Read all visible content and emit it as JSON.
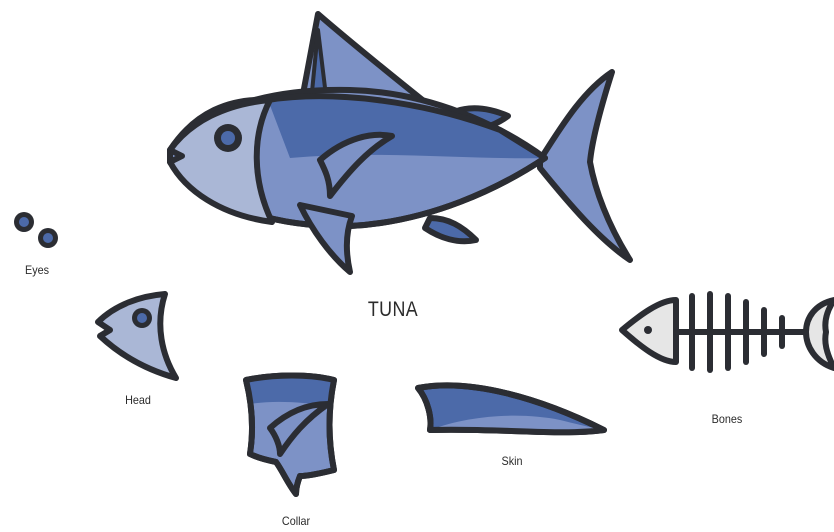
{
  "title": "TUNA",
  "parts": [
    {
      "id": "eyes",
      "label": "Eyes"
    },
    {
      "id": "head",
      "label": "Head"
    },
    {
      "id": "collar",
      "label": "Collar"
    },
    {
      "id": "skin",
      "label": "Skin"
    },
    {
      "id": "bones",
      "label": "Bones"
    }
  ],
  "colors": {
    "outline": "#2b2d33",
    "head_fill": "#aab7d6",
    "body_fill": "#7d92c6",
    "dark_fill": "#4c6aa9",
    "bone_fill": "#e6e6e6"
  },
  "icons": [
    "tuna-whole-icon",
    "eyes-icon",
    "head-icon",
    "collar-icon",
    "skin-icon",
    "bones-icon"
  ]
}
